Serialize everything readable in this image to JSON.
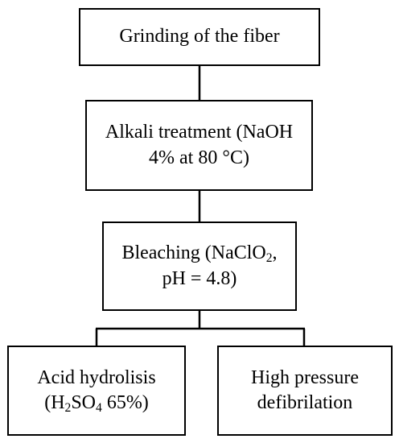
{
  "nodes": {
    "grinding": {
      "line1": "Grinding of the fiber"
    },
    "alkali": {
      "line1": "Alkali treatment (NaOH",
      "line2": "4%  at 80 °C)"
    },
    "bleaching": {
      "line1_prefix": "Bleaching (NaClO",
      "line1_sub": "2",
      "line1_suffix": ",",
      "line2": "pH = 4.8)"
    },
    "acid": {
      "line1": "Acid hydrolisis",
      "line2_prefix": "(H",
      "line2_sub1": "2",
      "line2_mid": "SO",
      "line2_sub2": "4",
      "line2_suffix": " 65%)"
    },
    "high_pressure": {
      "line1": "High pressure",
      "line2": "defibrilation"
    }
  },
  "edges": [
    {
      "from": "grinding",
      "to": "alkali"
    },
    {
      "from": "alkali",
      "to": "bleaching"
    },
    {
      "from": "bleaching",
      "to": "acid"
    },
    {
      "from": "bleaching",
      "to": "high_pressure"
    }
  ]
}
